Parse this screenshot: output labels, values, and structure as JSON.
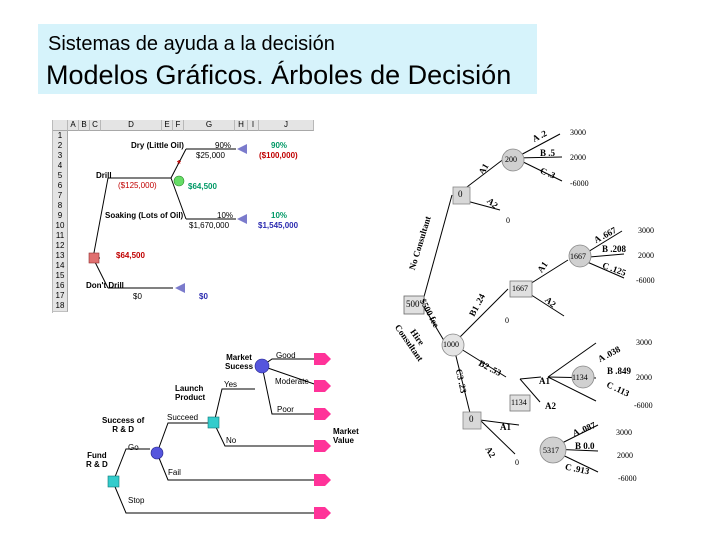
{
  "title": {
    "line1": "Sistemas de ayuda a la decisión",
    "line2": "Modelos Gráficos. Árboles de Decisión"
  },
  "spreadsheet": {
    "columns": [
      "A",
      "B",
      "C",
      "D",
      "E",
      "F",
      "G",
      "H",
      "I",
      "J"
    ],
    "rows": [
      "1",
      "2",
      "3",
      "4",
      "5",
      "6",
      "7",
      "8",
      "9",
      "10",
      "11",
      "12",
      "13",
      "14",
      "15",
      "16",
      "17",
      "18"
    ],
    "labels": {
      "dry": "Dry (Little Oil)",
      "dry_prob": "90%",
      "dry_value": "$25,000",
      "dry_prob_result": "90%",
      "dry_result": "($100,000)",
      "star": "*",
      "drill": "Drill",
      "drill_cost": "($125,000)",
      "chance_value": "$64,500",
      "soaking": "Soaking (Lots of Oil)",
      "soak_prob": "10%",
      "soak_value": "$1,670,000",
      "soak_prob_result": "10%",
      "soak_result": "$1,545,000",
      "decision_value": "$64,500",
      "dont_drill": "Don't Drill",
      "dont_value": "$0",
      "dont_result": "$0"
    }
  },
  "rd_tree": {
    "market_success": "Market\nSucess",
    "good": "Good",
    "moderate": "Moderate",
    "poor": "Poor",
    "launch": "Launch\nProduct",
    "yes": "Yes",
    "no": "No",
    "success_rd": "Success of\nR & D",
    "succeed": "Succeed",
    "market_value": "Market\nValue",
    "fund": "Fund\nR & D",
    "go": "Go",
    "fail": "Fail",
    "stop": "Stop"
  },
  "consultant_tree": {
    "top_node": "200",
    "a1": "A1",
    "a2": "A2",
    "branch_a": "A .2",
    "branch_b": "B .5",
    "branch_c": "C .3",
    "pay_a": "3000",
    "pay_b": "2000",
    "pay_c": "-6000",
    "zero_node": "0",
    "zero_pay": "0",
    "no_consultant": "No Consultant",
    "root_value": "500",
    "fee": "$500 fee",
    "hire": "Hire\nConsultant",
    "node_1000": "1000",
    "b1": "B1 .24",
    "b2": "B2 .53",
    "b3": "C3 .23",
    "sq_1667": "1667",
    "ch_1667": "1667",
    "a_667": "A .667",
    "b_208": "B .208",
    "c_125": "C .125",
    "p1_a": "3000",
    "p1_b": "2000",
    "p1_c": "-6000",
    "sq_1134": "1134",
    "ch_1134": "1134",
    "a_038": "A .038",
    "b_849": "B .849",
    "c_113": "C .113",
    "p2_a": "3000",
    "p2_b": "2000",
    "p2_c": "-6000",
    "sq_0": "0",
    "ch_5317": "5317",
    "a_087": "A .087",
    "b_00": "B 0.0",
    "c_913": "C .913",
    "p3_a": "3000",
    "p3_b": "2000",
    "p3_c": "-6000"
  },
  "colors": {
    "title_bg": "#d6f3fb",
    "decision_red": "#e07070",
    "chance_green": "#66dd66",
    "terminal_blue": "#7b7bcc",
    "rd_decision": "#33cccc",
    "rd_chance": "#5555dd",
    "rd_terminal": "#ff3399"
  }
}
